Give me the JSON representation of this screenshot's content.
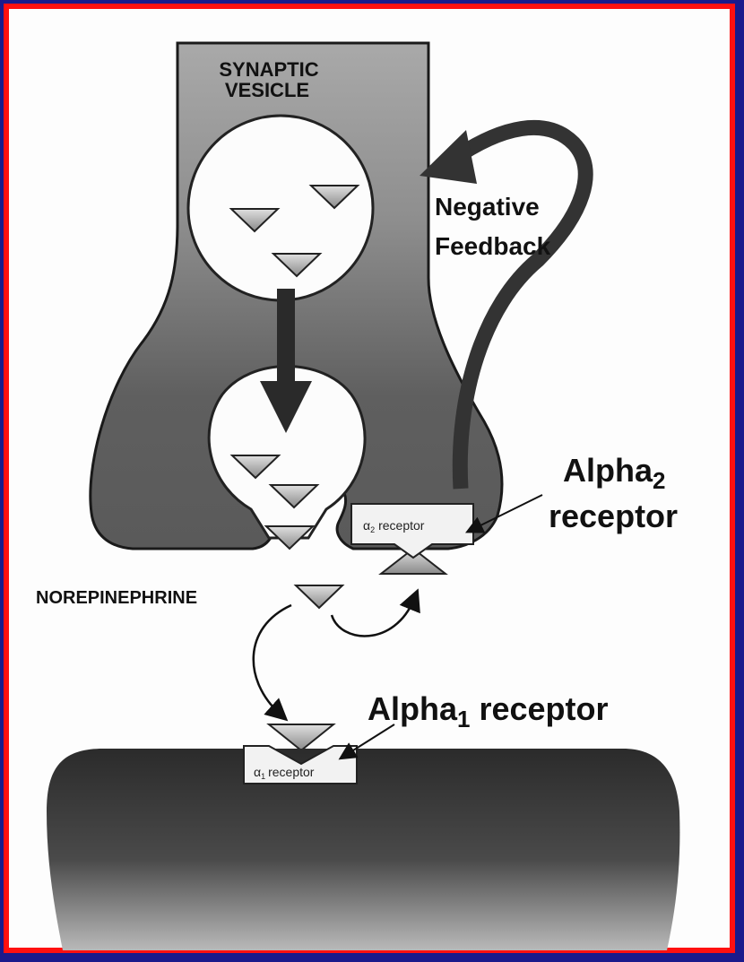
{
  "labels": {
    "synaptic_vesicle_line1": "SYNAPTIC",
    "synaptic_vesicle_line2": "VESICLE",
    "negative_feedback_line1": "Negative",
    "negative_feedback_line2": "Feedback",
    "alpha2_line1": "Alpha",
    "alpha2_sub": "2",
    "alpha2_line2": "receptor",
    "alpha2_inner": "receptor",
    "alpha2_inner_symbol": "α",
    "alpha2_inner_sub": "2",
    "norepinephrine": "NOREPINEPHRINE",
    "alpha1_main": "Alpha",
    "alpha1_sub": "1",
    "alpha1_tail": " receptor",
    "alpha1_inner": "receptor",
    "alpha1_inner_symbol": "α",
    "alpha1_inner_sub": "1"
  },
  "colors": {
    "background": "#1a1a8c",
    "border": "#ff1010",
    "neuron_dark": "#3a3a3a",
    "neuron_light": "#9a9a9a",
    "triangle_fill": "#a8a8a8"
  }
}
